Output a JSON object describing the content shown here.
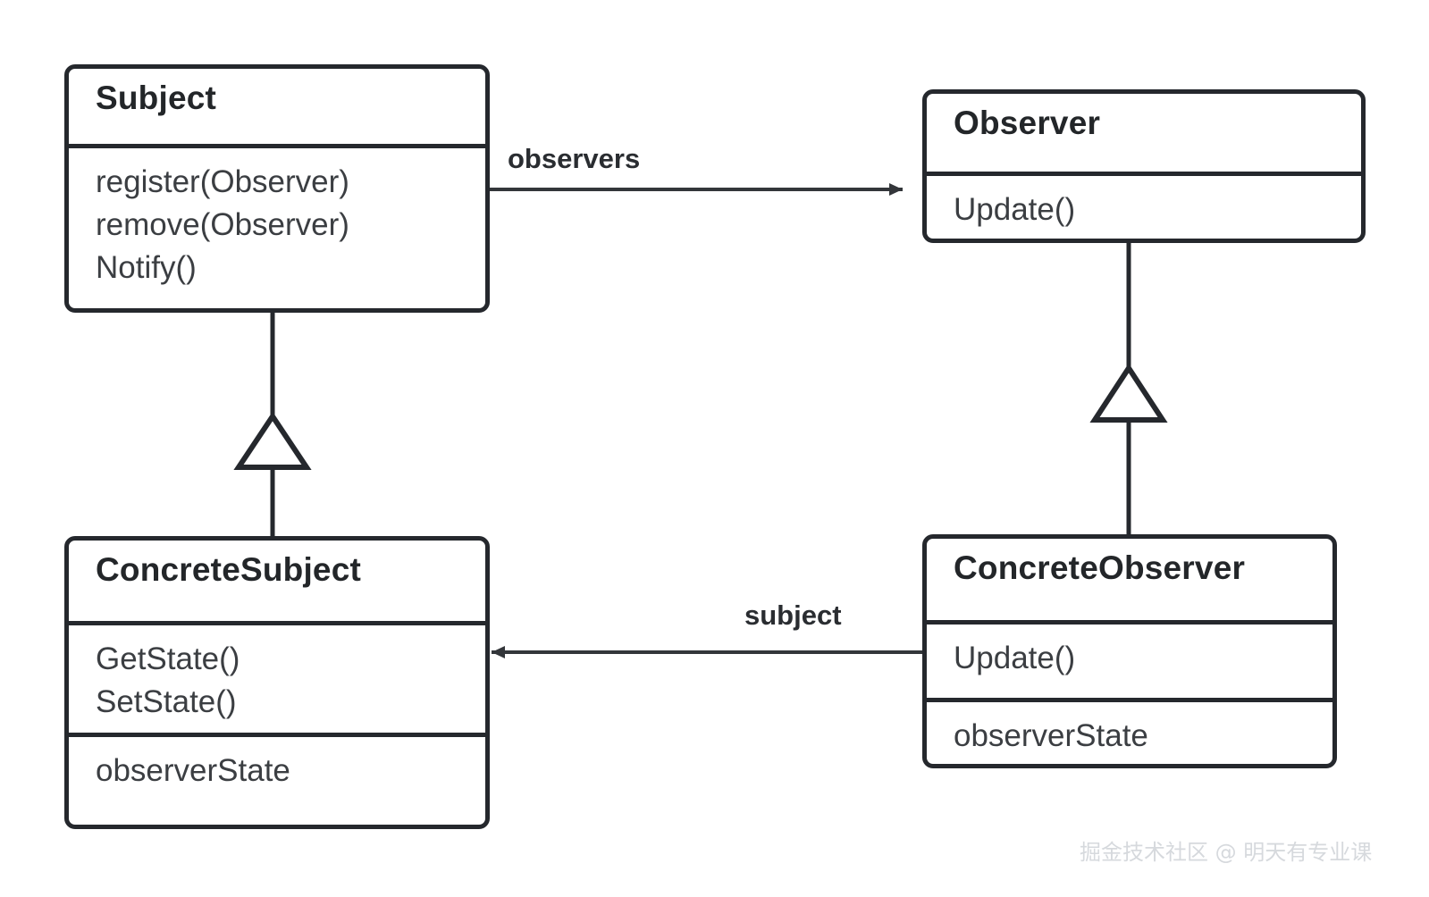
{
  "diagram": {
    "type": "uml-class-diagram",
    "pattern": "Observer",
    "classes": [
      {
        "id": "subject",
        "name": "Subject",
        "compartments": [
          {
            "kind": "operations",
            "items": [
              "register(Observer)",
              "remove(Observer)",
              "Notify()"
            ]
          }
        ]
      },
      {
        "id": "observer",
        "name": "Observer",
        "compartments": [
          {
            "kind": "operations",
            "items": [
              "Update()"
            ]
          }
        ]
      },
      {
        "id": "concrete-subject",
        "name": "ConcreteSubject",
        "compartments": [
          {
            "kind": "operations",
            "items": [
              "GetState()",
              "SetState()"
            ]
          },
          {
            "kind": "attributes",
            "items": [
              "observerState"
            ]
          }
        ]
      },
      {
        "id": "concrete-observer",
        "name": "ConcreteObserver",
        "compartments": [
          {
            "kind": "operations",
            "items": [
              "Update()"
            ]
          },
          {
            "kind": "attributes",
            "items": [
              "observerState"
            ]
          }
        ]
      }
    ],
    "relations": [
      {
        "id": "observers",
        "label": "observers",
        "kind": "association",
        "from": "subject",
        "to": "observer",
        "direction": "right"
      },
      {
        "id": "subject-ref",
        "label": "subject",
        "kind": "association",
        "from": "concrete-observer",
        "to": "concrete-subject",
        "direction": "left"
      },
      {
        "id": "gen-left",
        "label": "",
        "kind": "generalization",
        "from": "concrete-subject",
        "to": "subject",
        "direction": "up"
      },
      {
        "id": "gen-right",
        "label": "",
        "kind": "generalization",
        "from": "concrete-observer",
        "to": "observer",
        "direction": "up"
      }
    ]
  },
  "watermark": {
    "text": "掘金技术社区 @ 明天有专业课"
  },
  "colors": {
    "stroke": "#25282d",
    "title_text": "#232629",
    "member_text": "#3b3e42",
    "background": "#ffffff",
    "watermark": "#d6d9dd"
  }
}
